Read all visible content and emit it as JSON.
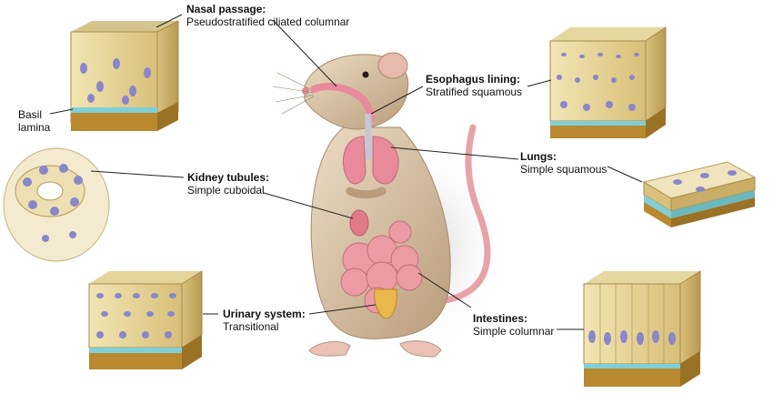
{
  "labels": {
    "nasal": {
      "title": "Nasal passage:",
      "sub": "Pseudostratified ciliated columnar"
    },
    "esophagus": {
      "title": "Esophagus lining:",
      "sub": "Stratified squamous"
    },
    "lungs": {
      "title": "Lungs:",
      "sub": "Simple squamous"
    },
    "kidney": {
      "title": "Kidney tubules:",
      "sub": "Simple cuboidal"
    },
    "urinary": {
      "title": "Urinary system:",
      "sub": "Transitional"
    },
    "intestines": {
      "title": "Intestines:",
      "sub": "Simple columnar"
    },
    "basil": {
      "line1": "Basil",
      "line2": "lamina"
    }
  },
  "colors": {
    "cell": "#e9d9a0",
    "cell_dark": "#c9a95e",
    "nucleus": "#8a86c9",
    "basal": "#7fd0d6",
    "connective": "#b8892f",
    "rat_fur": "#d9c2a4",
    "rat_shadow": "#b79c7c",
    "organ": "#e88a9a",
    "tail": "#e7a3a6"
  }
}
